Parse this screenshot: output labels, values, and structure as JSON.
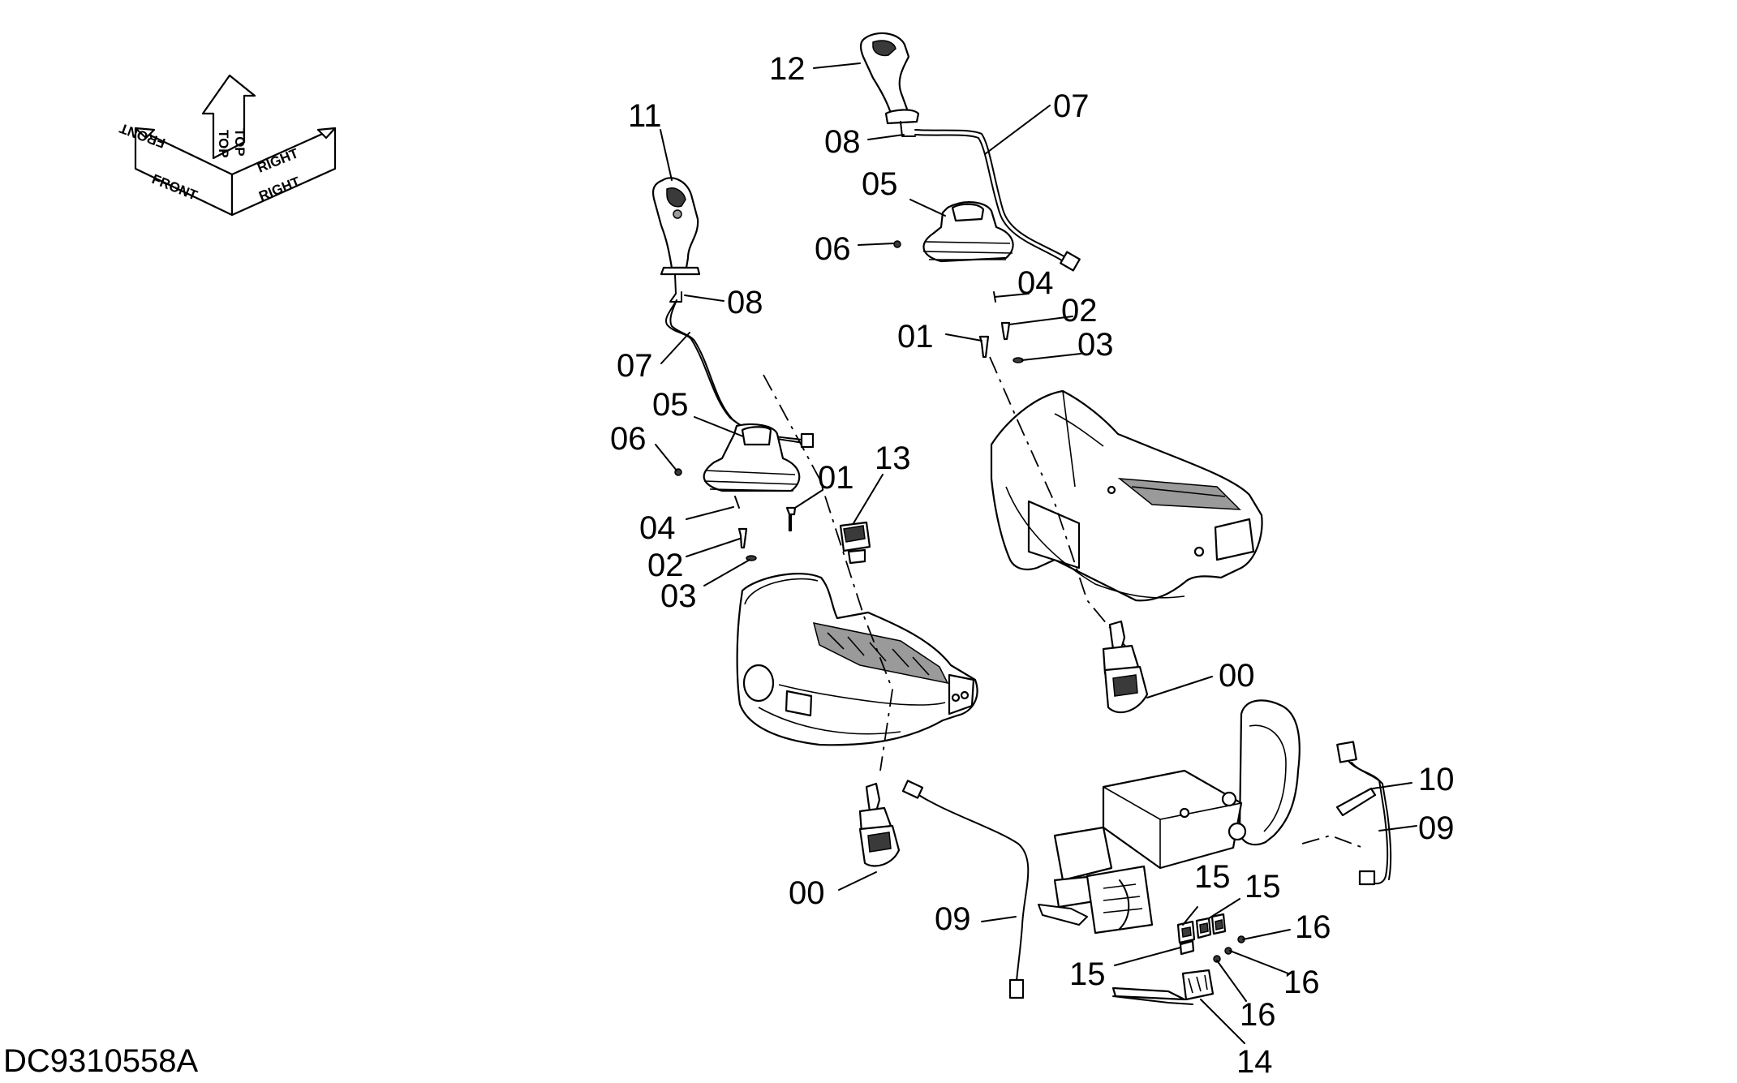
{
  "drawing_id": "DC9310558A",
  "orientation": {
    "front": "FRONT",
    "top": "TOP",
    "right": "RIGHT"
  },
  "callouts": {
    "left_lever": "11",
    "left_lever_clip": "08",
    "left_harness": "07",
    "left_boot": "05",
    "left_boot_fastener": "06",
    "left_nut_a": "04",
    "left_nut_b": "02",
    "left_washer": "03",
    "left_bolt": "01",
    "switch": "13",
    "left_valve": "00",
    "left_cable": "09",
    "right_lever": "12",
    "right_harness": "07",
    "right_lever_clip": "08",
    "right_boot": "05",
    "right_boot_fastener": "06",
    "right_nut_a": "04",
    "right_nut_b": "02",
    "right_bolt": "01",
    "right_washer": "03",
    "right_valve": "00",
    "connector_clip": "10",
    "right_cable": "09",
    "relay_a": "15",
    "relay_b": "15",
    "relay_c": "15",
    "screw_a": "16",
    "screw_b": "16",
    "screw_c": "16",
    "relay_bracket": "14"
  }
}
